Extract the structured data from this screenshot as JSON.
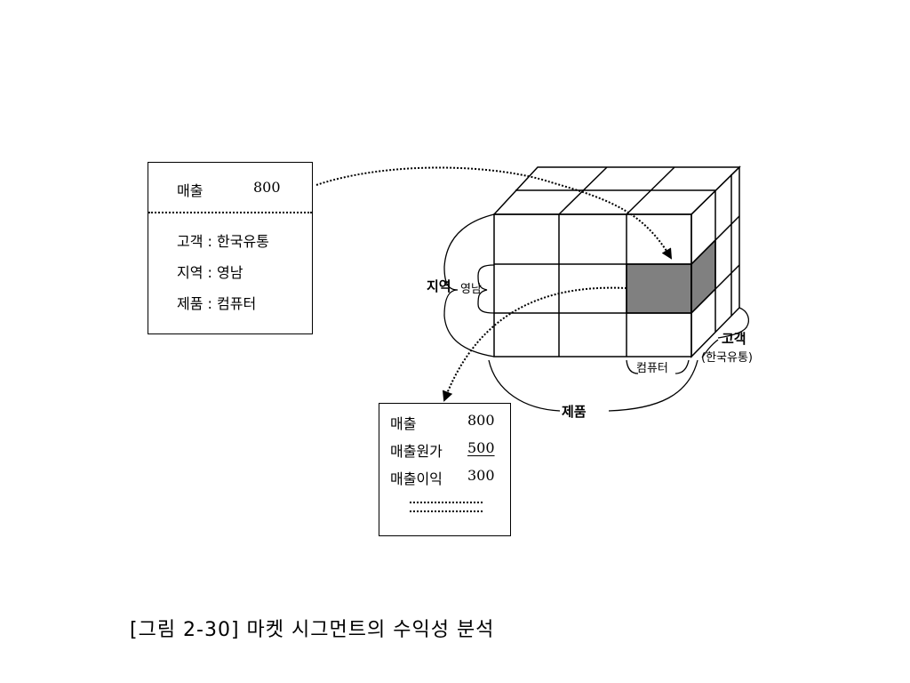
{
  "top_box": {
    "sales_label": "매출",
    "sales_value": "800",
    "customer": "고객 : 한국유통",
    "region": "지역 : 영남",
    "product": "제품 : 컴퓨터"
  },
  "cube": {
    "region_axis": "지역",
    "region_value": "영남",
    "customer_axis": "고객",
    "customer_value": "(한국유통)",
    "product_axis": "제품",
    "product_value": "컴퓨터",
    "highlight_color": "#808080"
  },
  "bottom_box": {
    "rows": [
      {
        "label": "매출",
        "value": "800"
      },
      {
        "label": "매출원가",
        "value": "500"
      },
      {
        "label": "매출이익",
        "value": "300"
      }
    ]
  },
  "caption": "[그림 2-30] 마켓 시그먼트의 수익성 분석"
}
